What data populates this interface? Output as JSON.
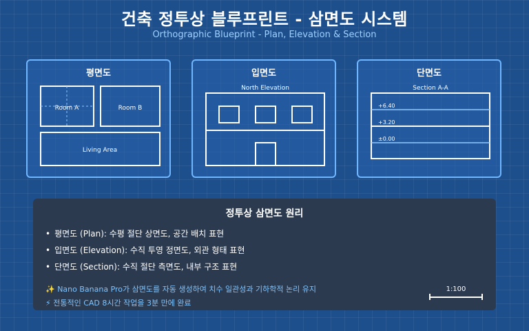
{
  "header": {
    "title": "건축 정투상 블루프린트 - 삼면도 시스템",
    "subtitle": "Orthographic Blueprint - Plan, Elevation & Section"
  },
  "panels": {
    "plan": {
      "title": "평면도",
      "rooms": [
        "Room A",
        "Room B",
        "Living Area"
      ]
    },
    "elevation": {
      "title": "입면도",
      "label": "North Elevation"
    },
    "section": {
      "title": "단면도",
      "label": "Section A-A",
      "levels": [
        "+6.40",
        "+3.20",
        "±0.00"
      ]
    }
  },
  "info": {
    "title": "정투상 삼면도 원리",
    "bullets": [
      "평면도 (Plan): 수평 절단 상면도, 공간 배치 표현",
      "입면도 (Elevation): 수직 투영 정면도, 외관 형태 표현",
      "단면도 (Section): 수직 절단 측면도, 내부 구조 표현"
    ],
    "bullet_symbol": "•",
    "notes": [
      "✨ Nano Banana Pro가 삼면도를 자동 생성하여 치수 일관성과 기하학적 논리 유지",
      "⚡ 전통적인 CAD 8시간 작업을 3분 만에 완료"
    ],
    "scale": "1:100"
  },
  "colors": {
    "background": "#1d4f8c",
    "panel_border": "#6fb6ff",
    "info_background": "#2b3a4f",
    "note_text": "#7fc4ff",
    "subtitle_text": "#9fd0ff"
  }
}
